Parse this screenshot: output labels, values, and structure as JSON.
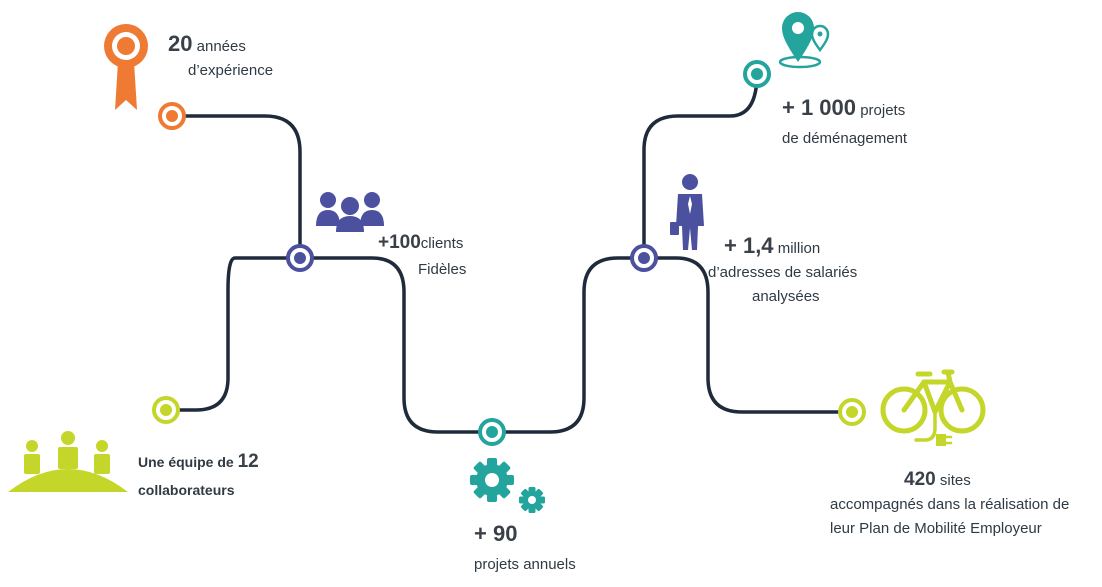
{
  "colors": {
    "path": "#1f2a3a",
    "orange": "#ee7a33",
    "navy": "#4b509f",
    "lime": "#c4d62a",
    "teal": "#23a49c",
    "text": "#2f3a44"
  },
  "icons": {
    "award": "award-ribbon-icon",
    "team_small": "people-group-icon",
    "team_stage": "team-on-hill-icon",
    "gears": "gears-icon",
    "person": "businessman-icon",
    "location": "location-pins-icon",
    "bike": "electric-bike-icon"
  },
  "milestones": {
    "experience": {
      "number": "20",
      "label": "années",
      "line2": "d’expérience"
    },
    "clients": {
      "number": "+100",
      "label": "clients",
      "line2": "Fidèles"
    },
    "team": {
      "prefix": "Une équipe de",
      "number": "12",
      "line2": "collaborateurs"
    },
    "projects": {
      "number": "+ 90",
      "line2": "projets annuels"
    },
    "moving": {
      "number": "+ 1 000",
      "label": "projets",
      "line2": "de déménagement"
    },
    "addresses": {
      "number": "+ 1,4",
      "label": "million",
      "line2": "d’adresses de salariés",
      "line3": "analysées"
    },
    "sites": {
      "number": "420",
      "label": "sites",
      "line2": "accompagnés dans la réalisation de",
      "line3": "leur Plan de Mobilité Employeur"
    }
  }
}
